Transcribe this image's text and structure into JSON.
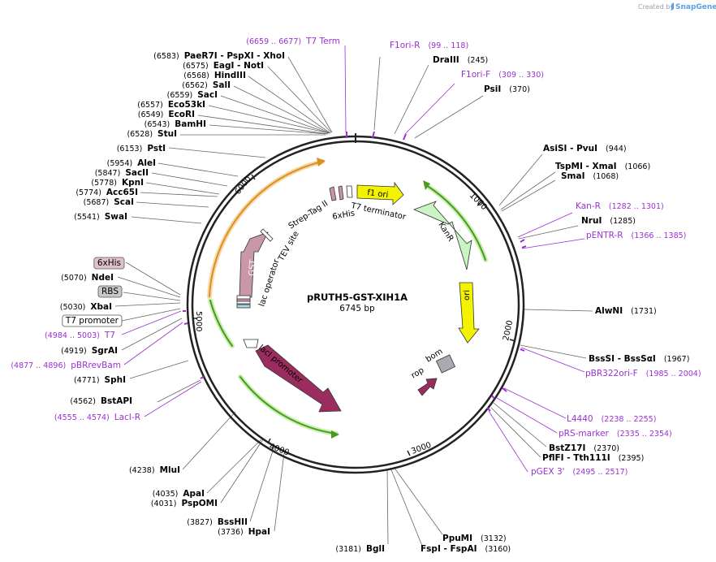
{
  "plasmid": {
    "name": "pRUTH5-GST-XIH1A",
    "size_label": "6745 bp"
  },
  "credit": {
    "created_by": "Created by",
    "brand": "SnapGene"
  },
  "ticks": [
    "1000",
    "2000",
    "3000",
    "4000",
    "5000",
    "6000"
  ],
  "features": [
    {
      "name": "f1 ori",
      "color": "#f3f300"
    },
    {
      "name": "KanR",
      "color": "#c9f5c5"
    },
    {
      "name": "ori",
      "color": "#f3f300"
    },
    {
      "name": "bom",
      "color": "#a8acb0"
    },
    {
      "name": "rop",
      "color": "#9b2d5e"
    },
    {
      "name": "lacI",
      "color": "#9b2d5e"
    },
    {
      "name": "lacI promoter",
      "color": "#ffffff"
    },
    {
      "name": "GST",
      "color": "#c898a8"
    },
    {
      "name": "lac operator",
      "color": "#ffffff"
    },
    {
      "name": "TEV site",
      "color": "#ffffff"
    },
    {
      "name": "Strep-Tag II",
      "color": "#c898a8"
    },
    {
      "name": "6xHis",
      "color": "#c898a8"
    },
    {
      "name": "T7 terminator",
      "color": "#ffffff"
    }
  ],
  "right_labels": [
    {
      "kind": "primer",
      "name": "F1ori-R",
      "pos": "(99 .. 118)"
    },
    {
      "kind": "enzyme",
      "name": "DraIII",
      "pos": "(245)"
    },
    {
      "kind": "primer",
      "name": "F1ori-F",
      "pos": "(309 .. 330)"
    },
    {
      "kind": "enzyme",
      "name": "PsiI",
      "pos": "(370)"
    },
    {
      "kind": "enzyme",
      "name": "AsiSI  -  PvuI",
      "pos": "(944)"
    },
    {
      "kind": "enzyme",
      "name": "TspMI  -  XmaI",
      "pos": "(1066)"
    },
    {
      "kind": "enzyme",
      "name": "SmaI",
      "pos": "(1068)"
    },
    {
      "kind": "primer",
      "name": "Kan-R",
      "pos": "(1282 .. 1301)"
    },
    {
      "kind": "enzyme",
      "name": "NruI",
      "pos": "(1285)"
    },
    {
      "kind": "primer",
      "name": "pENTR-R",
      "pos": "(1366 .. 1385)"
    },
    {
      "kind": "enzyme",
      "name": "AlwNI",
      "pos": "(1731)"
    },
    {
      "kind": "enzyme",
      "name": "BssSI  -  BssSαI",
      "pos": "(1967)"
    },
    {
      "kind": "primer",
      "name": "pBR322ori-F",
      "pos": "(1985 .. 2004)"
    },
    {
      "kind": "primer",
      "name": "L4440",
      "pos": "(2238 .. 2255)"
    },
    {
      "kind": "primer",
      "name": "pRS-marker",
      "pos": "(2335 .. 2354)"
    },
    {
      "kind": "enzyme",
      "name": "BstZ17I",
      "pos": "(2370)"
    },
    {
      "kind": "enzyme",
      "name": "PflFI  -  Tth111I",
      "pos": "(2395)"
    },
    {
      "kind": "primer",
      "name": "pGEX 3'",
      "pos": "(2495 .. 2517)"
    }
  ],
  "bottom_labels": [
    {
      "kind": "enzyme",
      "name": "PpuMI",
      "pos": "(3132)"
    },
    {
      "kind": "enzyme",
      "name": "FspI  -  FspAI",
      "pos": "(3160)"
    },
    {
      "kind": "enzyme",
      "name": "BglI",
      "pos": "(3181)"
    }
  ],
  "left_labels": [
    {
      "kind": "primer",
      "name": "T7 Term",
      "pos": "(6659 .. 6677)"
    },
    {
      "kind": "enzyme",
      "name": "PaeR7I  -  PspXI  -  XhoI",
      "pos": "(6583)"
    },
    {
      "kind": "enzyme",
      "name": "EagI  -  NotI",
      "pos": "(6575)"
    },
    {
      "kind": "enzyme",
      "name": "HindIII",
      "pos": "(6568)"
    },
    {
      "kind": "enzyme",
      "name": "SalI",
      "pos": "(6562)"
    },
    {
      "kind": "enzyme",
      "name": "SacI",
      "pos": "(6559)"
    },
    {
      "kind": "enzyme",
      "name": "Eco53kI",
      "pos": "(6557)"
    },
    {
      "kind": "enzyme",
      "name": "EcoRI",
      "pos": "(6549)"
    },
    {
      "kind": "enzyme",
      "name": "BamHI",
      "pos": "(6543)"
    },
    {
      "kind": "enzyme",
      "name": "StuI",
      "pos": "(6528)"
    },
    {
      "kind": "enzyme",
      "name": "PstI",
      "pos": "(6153)"
    },
    {
      "kind": "enzyme",
      "name": "AleI",
      "pos": "(5954)"
    },
    {
      "kind": "enzyme",
      "name": "SacII",
      "pos": "(5847)"
    },
    {
      "kind": "enzyme",
      "name": "KpnI",
      "pos": "(5778)"
    },
    {
      "kind": "enzyme",
      "name": "Acc65I",
      "pos": "(5774)"
    },
    {
      "kind": "enzyme",
      "name": "ScaI",
      "pos": "(5687)"
    },
    {
      "kind": "enzyme",
      "name": "SwaI",
      "pos": "(5541)"
    },
    {
      "kind": "feature",
      "name": "6xHis",
      "pos": ""
    },
    {
      "kind": "enzyme",
      "name": "NdeI",
      "pos": "(5070)"
    },
    {
      "kind": "feature",
      "name": "RBS",
      "pos": ""
    },
    {
      "kind": "enzyme",
      "name": "XbaI",
      "pos": "(5030)"
    },
    {
      "kind": "feature",
      "name": "T7 promoter",
      "pos": ""
    },
    {
      "kind": "primer",
      "name": "T7",
      "pos": "(4984 .. 5003)"
    },
    {
      "kind": "enzyme",
      "name": "SgrAI",
      "pos": "(4919)"
    },
    {
      "kind": "primer",
      "name": "pBRrevBam",
      "pos": "(4877 .. 4896)"
    },
    {
      "kind": "enzyme",
      "name": "SphI",
      "pos": "(4771)"
    },
    {
      "kind": "enzyme",
      "name": "BstAPI",
      "pos": "(4562)"
    },
    {
      "kind": "primer",
      "name": "LacI-R",
      "pos": "(4555 .. 4574)"
    },
    {
      "kind": "enzyme",
      "name": "MluI",
      "pos": "(4238)"
    },
    {
      "kind": "enzyme",
      "name": "ApaI",
      "pos": "(4035)"
    },
    {
      "kind": "enzyme",
      "name": "PspOMI",
      "pos": "(4031)"
    },
    {
      "kind": "enzyme",
      "name": "BssHII",
      "pos": "(3827)"
    },
    {
      "kind": "enzyme",
      "name": "HpaI",
      "pos": "(3736)"
    }
  ],
  "colors": {
    "primer": "#9a2fd3",
    "backbone": "#222222",
    "feature_arrow_orange": "#f0a030",
    "feature_arrow_green": "#3a9a20"
  }
}
